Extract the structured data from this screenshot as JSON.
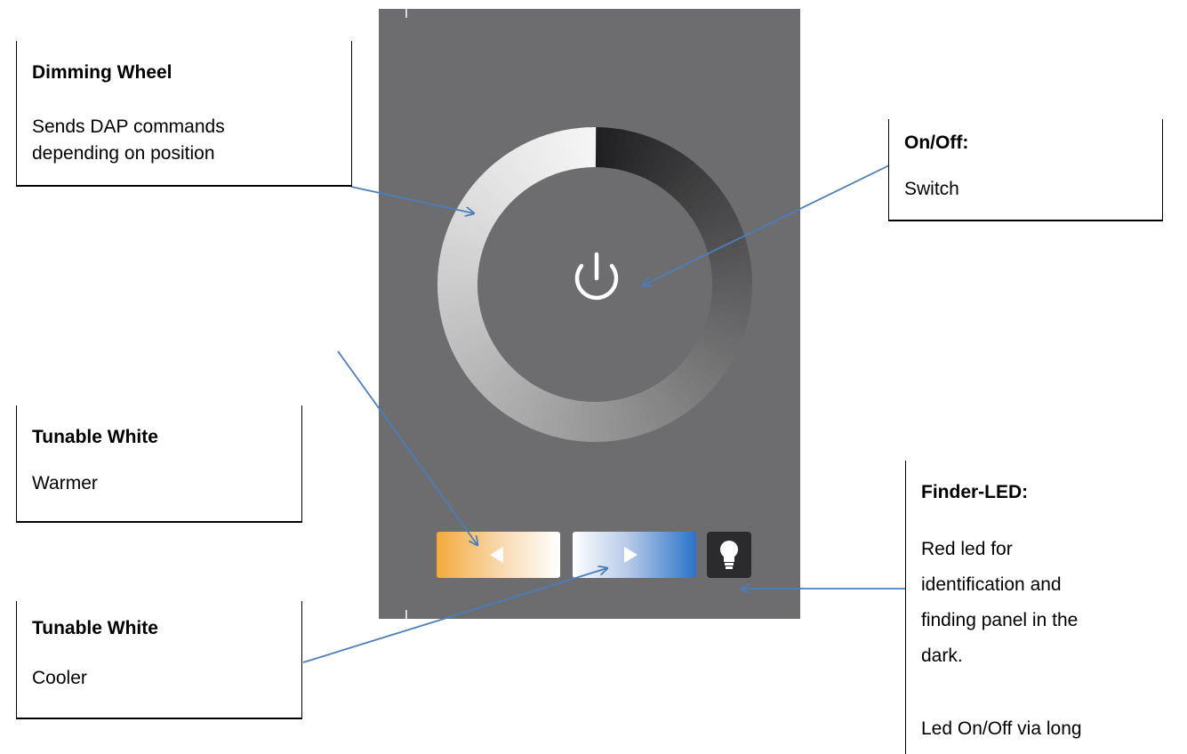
{
  "callouts": {
    "dimming": {
      "title": "Dimming Wheel",
      "lines": [
        "Sends DAP commands",
        "depending on position"
      ]
    },
    "onoff": {
      "title": "On/Off:",
      "lines": [
        "Switch"
      ]
    },
    "warmer": {
      "title": "Tunable White",
      "lines": [
        "Warmer"
      ]
    },
    "cooler": {
      "title": "Tunable White",
      "lines": [
        "Cooler"
      ]
    },
    "finder": {
      "title": "Finder-LED:",
      "lines": [
        "Red led for",
        "identification and",
        "finding panel in the",
        "dark.",
        "",
        "Led On/Off via long"
      ]
    }
  },
  "colors": {
    "panel": "#6d6d70",
    "arrow": "#4a7ebb",
    "warm_button": "#f4a93c",
    "cool_button": "#2a73c8",
    "wheel_light": "#f4f4f4",
    "wheel_dark": "#1f1f21"
  },
  "icons": {
    "power": "power-icon",
    "warmer_arrow": "triangle-left-icon",
    "cooler_arrow": "triangle-right-icon",
    "finder": "lightbulb-icon"
  }
}
